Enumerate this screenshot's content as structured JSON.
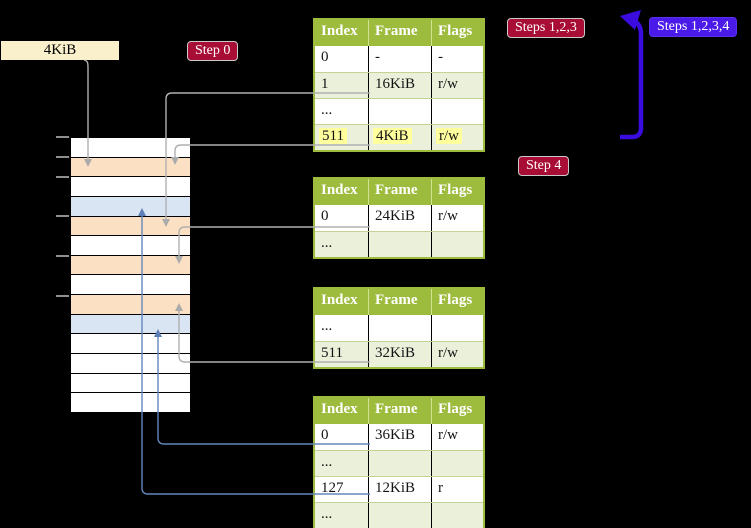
{
  "figure": {
    "frame_label": "4KiB",
    "badges": {
      "step0": "Step 0",
      "steps123": "Steps 1,2,3",
      "steps1234": "Steps 1,2,3,4",
      "step4": "Step 4"
    },
    "page_tables": {
      "columns": [
        "Index",
        "Frame",
        "Flags"
      ],
      "tables": [
        {
          "id": "page-table-top",
          "rows": [
            {
              "cells": [
                "0",
                "-",
                "-"
              ],
              "shaded": false,
              "highlighted": false
            },
            {
              "cells": [
                "1",
                "16KiB",
                "r/w"
              ],
              "shaded": true,
              "highlighted": false
            },
            {
              "cells": [
                "...",
                "",
                ""
              ],
              "shaded": false,
              "highlighted": false
            },
            {
              "cells": [
                "511",
                "4KiB",
                "r/w"
              ],
              "shaded": true,
              "highlighted": true
            }
          ]
        },
        {
          "id": "page-table-second",
          "rows": [
            {
              "cells": [
                "0",
                "24KiB",
                "r/w"
              ],
              "shaded": false,
              "highlighted": false
            },
            {
              "cells": [
                "...",
                "",
                ""
              ],
              "shaded": true,
              "highlighted": false
            }
          ]
        },
        {
          "id": "page-table-third",
          "rows": [
            {
              "cells": [
                "...",
                "",
                ""
              ],
              "shaded": false,
              "highlighted": false
            },
            {
              "cells": [
                "511",
                "32KiB",
                "r/w"
              ],
              "shaded": true,
              "highlighted": false
            }
          ]
        },
        {
          "id": "page-table-bottom",
          "rows": [
            {
              "cells": [
                "0",
                "36KiB",
                "r/w"
              ],
              "shaded": false,
              "highlighted": false
            },
            {
              "cells": [
                "...",
                "",
                ""
              ],
              "shaded": true,
              "highlighted": false
            },
            {
              "cells": [
                "127",
                "12KiB",
                "r"
              ],
              "shaded": false,
              "highlighted": false
            },
            {
              "cells": [
                "...",
                "",
                ""
              ],
              "shaded": true,
              "highlighted": false
            }
          ]
        }
      ]
    },
    "physical_memory": {
      "row_types": [
        "free",
        "table",
        "free",
        "page",
        "table",
        "free",
        "table",
        "free",
        "table",
        "page",
        "free",
        "free",
        "free",
        "free"
      ]
    },
    "colors": {
      "background": "#000000",
      "table_header_green": "#9dbb3c",
      "table_row_shade_green": "#eaf0d9",
      "highlight_yellow": "#ffff9e",
      "frame_row_peach": "#fbe0c3",
      "page_row_blue": "#d9e5f3",
      "label_cream": "#faf0cc",
      "badge_red": "#a80d35",
      "badge_blue": "#4a1ae8",
      "recursion_arrow_blue": "#3a0ce0",
      "connector_gray": "#b0b0b0",
      "connector_steel_blue": "#6487bd"
    }
  }
}
